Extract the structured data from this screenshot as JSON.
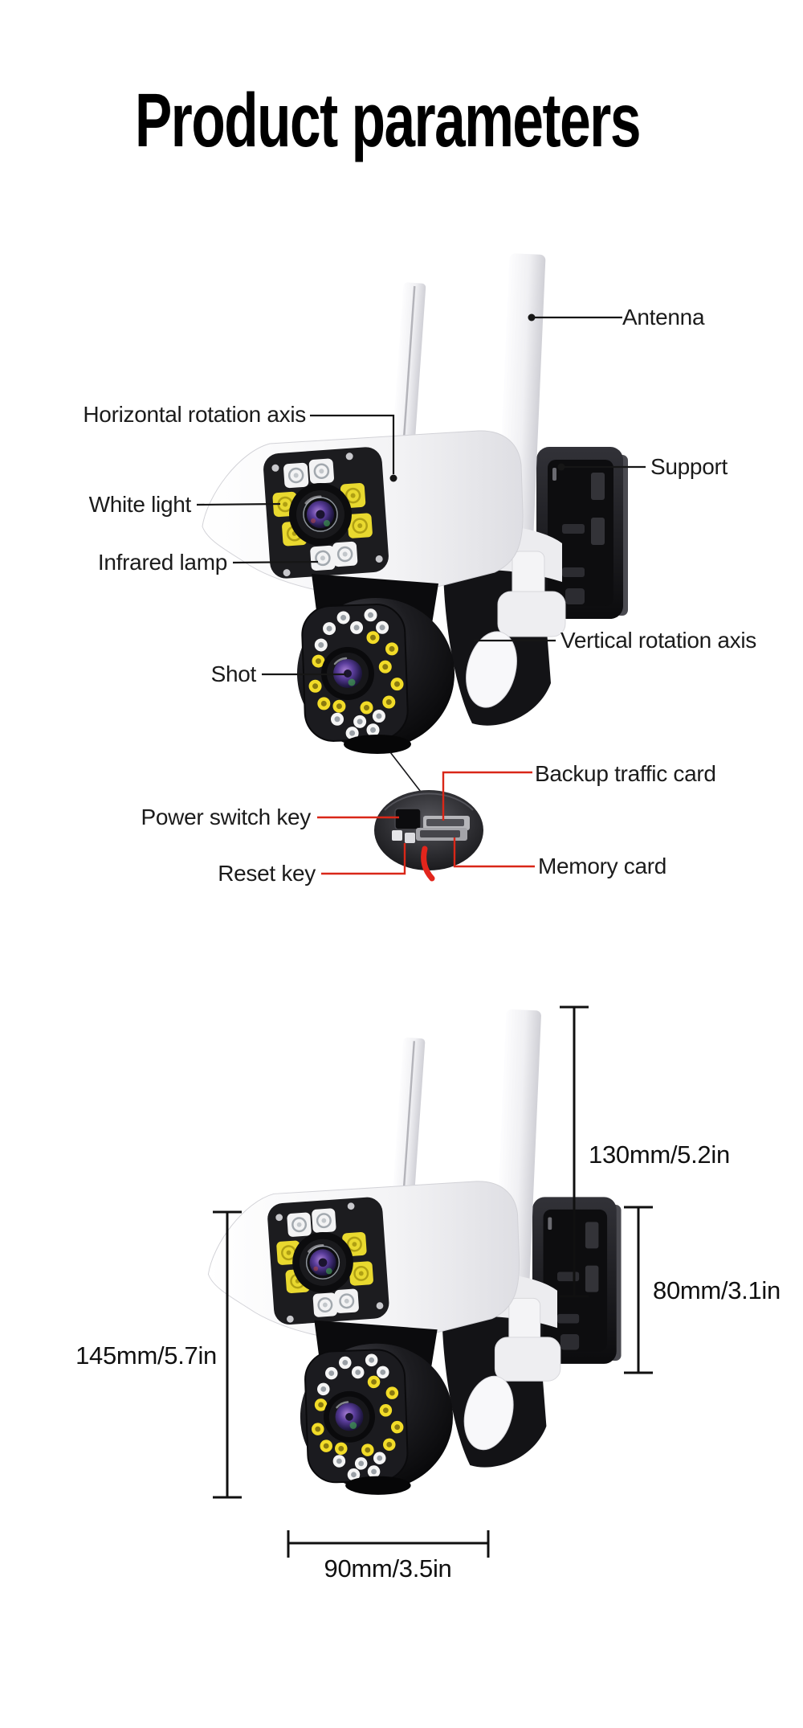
{
  "title": "Product parameters",
  "figure1": {
    "name": "camera feature callout diagram",
    "labels": {
      "antenna": "Antenna",
      "horizontal_rotation_axis": "Horizontal rotation axis",
      "white_light": "White light",
      "infrared_lamp": "Infrared lamp",
      "support": "Support",
      "vertical_rotation_axis": "Vertical rotation axis",
      "shot": "Shot",
      "backup_traffic_card": "Backup traffic card",
      "power_switch_key": "Power switch key",
      "reset_key": "Reset key",
      "memory_card": "Memory card"
    }
  },
  "figure2": {
    "name": "camera dimensions diagram",
    "dimensions": {
      "antenna_height": "130mm/5.2in",
      "bracket_height": "80mm/3.1in",
      "body_height": "145mm/5.7in",
      "body_width": "90mm/3.5in"
    }
  },
  "colors": {
    "background": "#ffffff",
    "label_text": "#1b1b1b",
    "callout_black": "#161616",
    "callout_red": "#d92718",
    "wire_red": "#e2251c",
    "led_yellow": "#e9d92f",
    "led_white": "#f3f3f4",
    "camera_body": "#f3f3f5",
    "camera_dark": "#1c1c1f"
  }
}
